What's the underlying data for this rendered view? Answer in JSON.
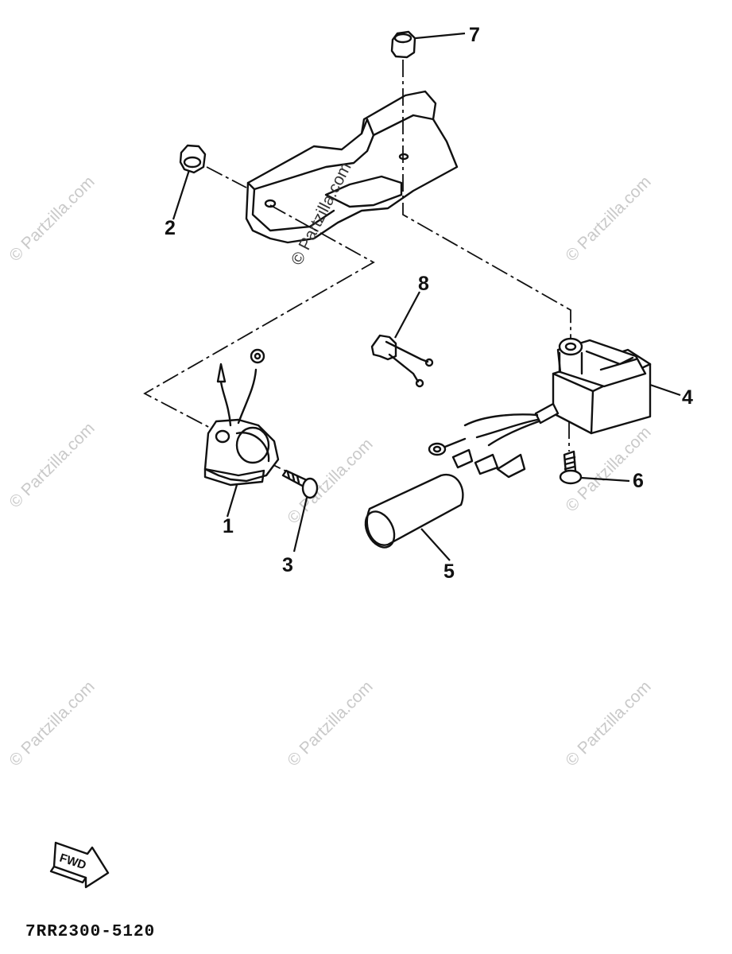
{
  "callouts": [
    {
      "id": "callout-1",
      "label": "1"
    },
    {
      "id": "callout-2",
      "label": "2"
    },
    {
      "id": "callout-3",
      "label": "3"
    },
    {
      "id": "callout-4",
      "label": "4"
    },
    {
      "id": "callout-5",
      "label": "5"
    },
    {
      "id": "callout-6",
      "label": "6"
    },
    {
      "id": "callout-7",
      "label": "7"
    },
    {
      "id": "callout-8",
      "label": "8"
    }
  ],
  "watermark": "© Partzilla.com",
  "fwd_label": "FWD",
  "diagram_code": "7RR2300-5120"
}
